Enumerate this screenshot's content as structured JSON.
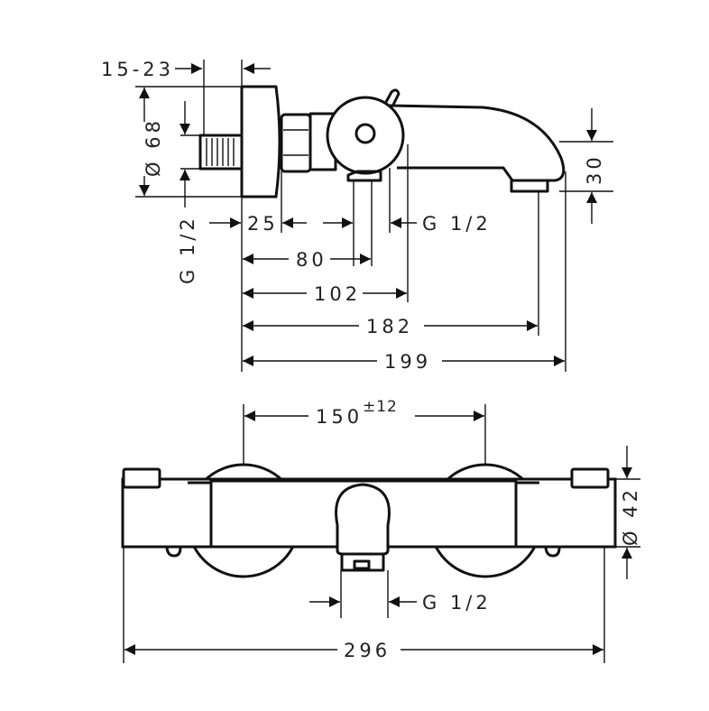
{
  "top_view": {
    "dim_offset": "15-23",
    "dim_wall_diameter": "Ø 68",
    "dim_inlet_thread": "G 1/2",
    "dim_25": "25",
    "dim_outlet_thread": "G 1/2",
    "dim_80": "80",
    "dim_102": "102",
    "dim_182": "182",
    "dim_199": "199",
    "dim_30": "30"
  },
  "front_view": {
    "dim_center_distance": "150",
    "dim_tolerance": "±12",
    "dim_body_diameter": "Ø 42",
    "dim_outlet_thread": "G 1/2",
    "dim_total_width": "296"
  }
}
